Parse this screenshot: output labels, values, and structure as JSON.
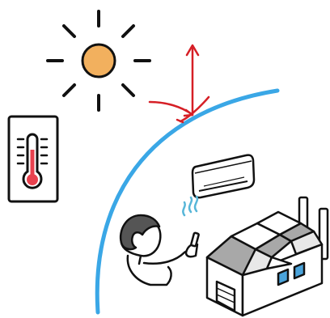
{
  "illustration": {
    "elements": [
      {
        "id": "sun",
        "icon": "sun-icon"
      },
      {
        "id": "thermometer",
        "icon": "thermometer-icon"
      },
      {
        "id": "atmosphere",
        "icon": "atmosphere-arc"
      },
      {
        "id": "reflection",
        "icon": "reflected-heat-arrow"
      },
      {
        "id": "air-conditioner",
        "icon": "air-conditioner-icon"
      },
      {
        "id": "person",
        "icon": "person-with-remote-icon"
      },
      {
        "id": "factory",
        "icon": "factory-icon"
      }
    ],
    "colors": {
      "outline": "#111111",
      "sun": "#f2b05e",
      "atmosphere": "#3aa7e6",
      "arrow": "#d61f26",
      "thermometer_bulb": "#e8414e",
      "airflow": "#57b6d8",
      "factory_roof": "#a8a8a8",
      "factory_window": "#4aa3da"
    }
  }
}
